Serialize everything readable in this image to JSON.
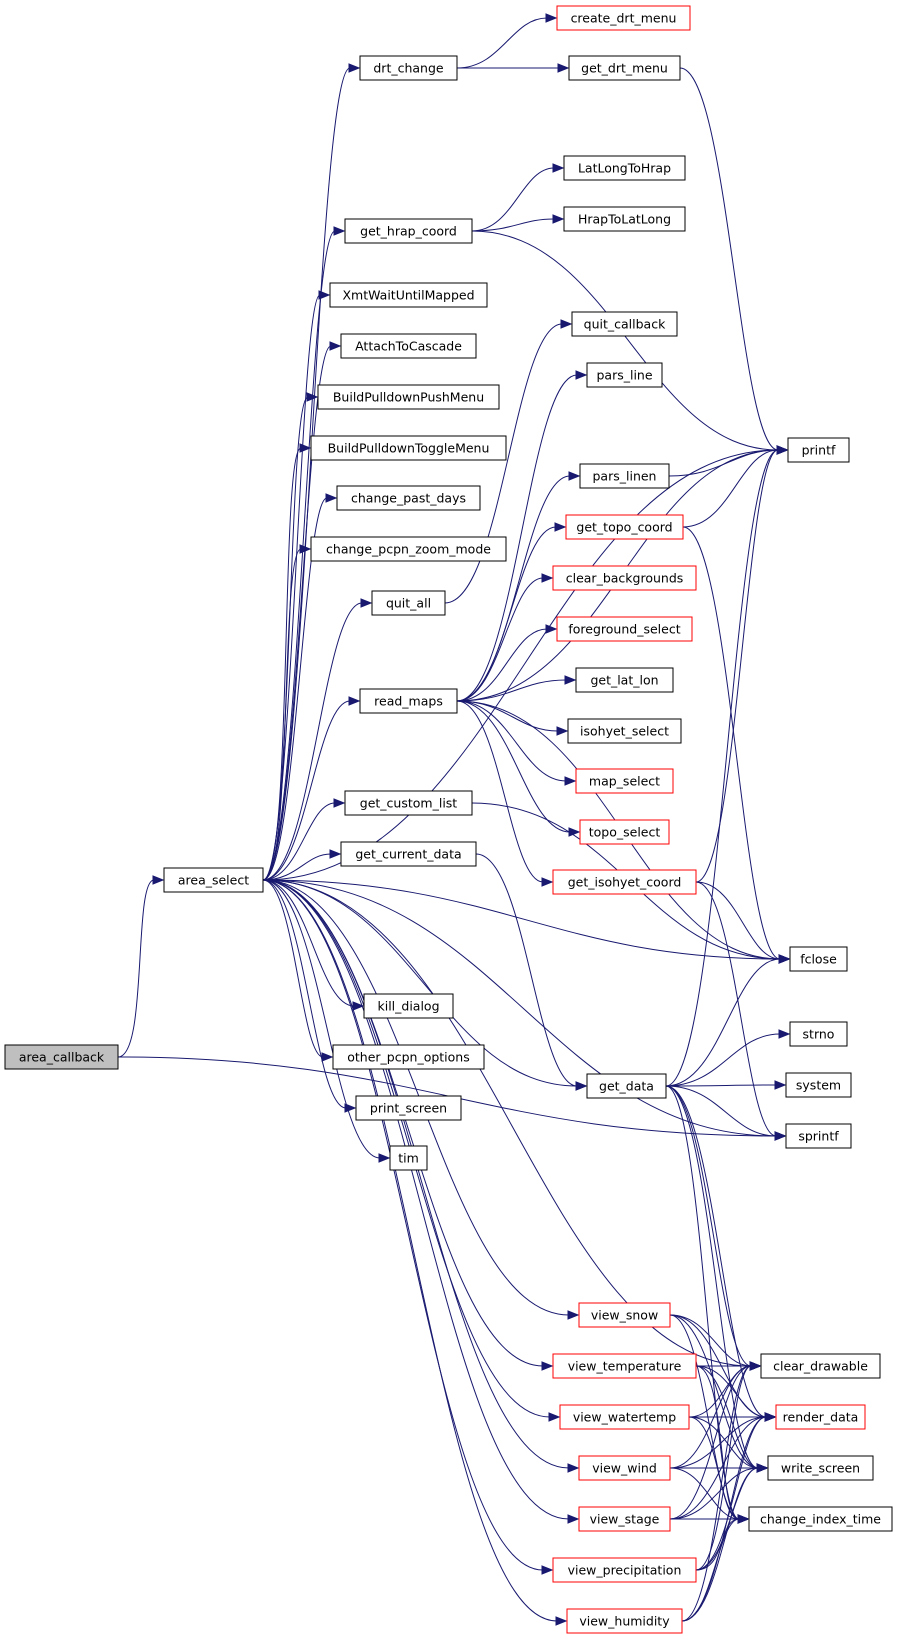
{
  "nodes": [
    {
      "id": "area_callback",
      "label": "area_callback",
      "style": "root"
    },
    {
      "id": "area_select",
      "label": "area_select",
      "style": "black"
    },
    {
      "id": "drt_change",
      "label": "drt_change",
      "style": "black"
    },
    {
      "id": "create_drt_menu",
      "label": "create_drt_menu",
      "style": "red"
    },
    {
      "id": "get_drt_menu",
      "label": "get_drt_menu",
      "style": "black"
    },
    {
      "id": "get_hrap_coord",
      "label": "get_hrap_coord",
      "style": "black"
    },
    {
      "id": "LatLongToHrap",
      "label": "LatLongToHrap",
      "style": "black"
    },
    {
      "id": "HrapToLatLong",
      "label": "HrapToLatLong",
      "style": "black"
    },
    {
      "id": "XmtWaitUntilMapped",
      "label": "XmtWaitUntilMapped",
      "style": "black"
    },
    {
      "id": "AttachToCascade",
      "label": "AttachToCascade",
      "style": "black"
    },
    {
      "id": "BuildPulldownPushMenu",
      "label": "BuildPulldownPushMenu",
      "style": "black"
    },
    {
      "id": "BuildPulldownToggleMenu",
      "label": "BuildPulldownToggleMenu",
      "style": "black"
    },
    {
      "id": "change_past_days",
      "label": "change_past_days",
      "style": "black"
    },
    {
      "id": "change_pcpn_zoom_mode",
      "label": "change_pcpn_zoom_mode",
      "style": "black"
    },
    {
      "id": "quit_all",
      "label": "quit_all",
      "style": "black"
    },
    {
      "id": "read_maps",
      "label": "read_maps",
      "style": "black"
    },
    {
      "id": "get_custom_list",
      "label": "get_custom_list",
      "style": "black"
    },
    {
      "id": "get_current_data",
      "label": "get_current_data",
      "style": "black"
    },
    {
      "id": "kill_dialog",
      "label": "kill_dialog",
      "style": "black"
    },
    {
      "id": "other_pcpn_options",
      "label": "other_pcpn_options",
      "style": "black"
    },
    {
      "id": "print_screen",
      "label": "print_screen",
      "style": "black"
    },
    {
      "id": "tim",
      "label": "tim",
      "style": "black"
    },
    {
      "id": "quit_callback",
      "label": "quit_callback",
      "style": "black"
    },
    {
      "id": "pars_line",
      "label": "pars_line",
      "style": "black"
    },
    {
      "id": "pars_linen",
      "label": "pars_linen",
      "style": "black"
    },
    {
      "id": "get_topo_coord",
      "label": "get_topo_coord",
      "style": "red"
    },
    {
      "id": "clear_backgrounds",
      "label": "clear_backgrounds",
      "style": "red"
    },
    {
      "id": "foreground_select",
      "label": "foreground_select",
      "style": "red"
    },
    {
      "id": "get_lat_lon",
      "label": "get_lat_lon",
      "style": "black"
    },
    {
      "id": "isohyet_select",
      "label": "isohyet_select",
      "style": "black"
    },
    {
      "id": "map_select",
      "label": "map_select",
      "style": "red"
    },
    {
      "id": "topo_select",
      "label": "topo_select",
      "style": "red"
    },
    {
      "id": "get_isohyet_coord",
      "label": "get_isohyet_coord",
      "style": "red"
    },
    {
      "id": "get_data",
      "label": "get_data",
      "style": "black"
    },
    {
      "id": "printf",
      "label": "printf",
      "style": "black"
    },
    {
      "id": "fclose",
      "label": "fclose",
      "style": "black"
    },
    {
      "id": "strno",
      "label": "strno",
      "style": "black"
    },
    {
      "id": "system",
      "label": "system",
      "style": "black"
    },
    {
      "id": "sprintf",
      "label": "sprintf",
      "style": "black"
    },
    {
      "id": "view_snow",
      "label": "view_snow",
      "style": "red"
    },
    {
      "id": "view_temperature",
      "label": "view_temperature",
      "style": "red"
    },
    {
      "id": "view_watertemp",
      "label": "view_watertemp",
      "style": "red"
    },
    {
      "id": "view_wind",
      "label": "view_wind",
      "style": "red"
    },
    {
      "id": "view_stage",
      "label": "view_stage",
      "style": "red"
    },
    {
      "id": "view_precipitation",
      "label": "view_precipitation",
      "style": "red"
    },
    {
      "id": "view_humidity",
      "label": "view_humidity",
      "style": "red"
    },
    {
      "id": "clear_drawable",
      "label": "clear_drawable",
      "style": "black"
    },
    {
      "id": "render_data",
      "label": "render_data",
      "style": "red"
    },
    {
      "id": "write_screen",
      "label": "write_screen",
      "style": "black"
    },
    {
      "id": "change_index_time",
      "label": "change_index_time",
      "style": "black"
    }
  ],
  "edges": [
    [
      "area_callback",
      "area_select"
    ],
    [
      "area_callback",
      "sprintf"
    ],
    [
      "area_select",
      "drt_change"
    ],
    [
      "area_select",
      "printf"
    ],
    [
      "area_select",
      "get_hrap_coord"
    ],
    [
      "area_select",
      "XmtWaitUntilMapped"
    ],
    [
      "area_select",
      "AttachToCascade"
    ],
    [
      "area_select",
      "BuildPulldownPushMenu"
    ],
    [
      "area_select",
      "BuildPulldownToggleMenu"
    ],
    [
      "area_select",
      "change_past_days"
    ],
    [
      "area_select",
      "change_pcpn_zoom_mode"
    ],
    [
      "area_select",
      "quit_all"
    ],
    [
      "area_select",
      "read_maps"
    ],
    [
      "area_select",
      "get_custom_list"
    ],
    [
      "area_select",
      "get_current_data"
    ],
    [
      "area_select",
      "kill_dialog"
    ],
    [
      "area_select",
      "other_pcpn_options"
    ],
    [
      "area_select",
      "print_screen"
    ],
    [
      "area_select",
      "tim"
    ],
    [
      "area_select",
      "fclose"
    ],
    [
      "area_select",
      "get_data"
    ],
    [
      "area_select",
      "sprintf"
    ],
    [
      "area_select",
      "clear_drawable"
    ],
    [
      "area_select",
      "view_snow"
    ],
    [
      "area_select",
      "view_temperature"
    ],
    [
      "area_select",
      "view_watertemp"
    ],
    [
      "area_select",
      "view_wind"
    ],
    [
      "area_select",
      "view_stage"
    ],
    [
      "area_select",
      "view_precipitation"
    ],
    [
      "area_select",
      "view_humidity"
    ],
    [
      "drt_change",
      "create_drt_menu"
    ],
    [
      "drt_change",
      "get_drt_menu"
    ],
    [
      "get_drt_menu",
      "printf"
    ],
    [
      "get_hrap_coord",
      "LatLongToHrap"
    ],
    [
      "get_hrap_coord",
      "HrapToLatLong"
    ],
    [
      "get_hrap_coord",
      "printf"
    ],
    [
      "quit_all",
      "quit_callback"
    ],
    [
      "read_maps",
      "pars_line"
    ],
    [
      "read_maps",
      "printf"
    ],
    [
      "read_maps",
      "pars_linen"
    ],
    [
      "read_maps",
      "get_topo_coord"
    ],
    [
      "read_maps",
      "clear_backgrounds"
    ],
    [
      "read_maps",
      "foreground_select"
    ],
    [
      "read_maps",
      "get_lat_lon"
    ],
    [
      "read_maps",
      "isohyet_select"
    ],
    [
      "read_maps",
      "map_select"
    ],
    [
      "read_maps",
      "topo_select"
    ],
    [
      "read_maps",
      "get_isohyet_coord"
    ],
    [
      "read_maps",
      "fclose"
    ],
    [
      "get_custom_list",
      "fclose"
    ],
    [
      "get_current_data",
      "get_data"
    ],
    [
      "pars_linen",
      "printf"
    ],
    [
      "get_topo_coord",
      "printf"
    ],
    [
      "get_topo_coord",
      "fclose"
    ],
    [
      "get_isohyet_coord",
      "printf"
    ],
    [
      "get_isohyet_coord",
      "fclose"
    ],
    [
      "get_isohyet_coord",
      "sprintf"
    ],
    [
      "get_data",
      "printf"
    ],
    [
      "get_data",
      "fclose"
    ],
    [
      "get_data",
      "strno"
    ],
    [
      "get_data",
      "system"
    ],
    [
      "get_data",
      "sprintf"
    ],
    [
      "get_data",
      "clear_drawable"
    ],
    [
      "get_data",
      "render_data"
    ],
    [
      "get_data",
      "write_screen"
    ],
    [
      "get_data",
      "change_index_time"
    ],
    [
      "view_snow",
      "clear_drawable"
    ],
    [
      "view_snow",
      "render_data"
    ],
    [
      "view_snow",
      "write_screen"
    ],
    [
      "view_snow",
      "change_index_time"
    ],
    [
      "view_temperature",
      "clear_drawable"
    ],
    [
      "view_temperature",
      "render_data"
    ],
    [
      "view_temperature",
      "write_screen"
    ],
    [
      "view_temperature",
      "change_index_time"
    ],
    [
      "view_watertemp",
      "clear_drawable"
    ],
    [
      "view_watertemp",
      "render_data"
    ],
    [
      "view_watertemp",
      "write_screen"
    ],
    [
      "view_watertemp",
      "change_index_time"
    ],
    [
      "view_wind",
      "clear_drawable"
    ],
    [
      "view_wind",
      "render_data"
    ],
    [
      "view_wind",
      "write_screen"
    ],
    [
      "view_wind",
      "change_index_time"
    ],
    [
      "view_stage",
      "clear_drawable"
    ],
    [
      "view_stage",
      "render_data"
    ],
    [
      "view_stage",
      "write_screen"
    ],
    [
      "view_stage",
      "change_index_time"
    ],
    [
      "view_precipitation",
      "clear_drawable"
    ],
    [
      "view_precipitation",
      "render_data"
    ],
    [
      "view_precipitation",
      "write_screen"
    ],
    [
      "view_precipitation",
      "change_index_time"
    ],
    [
      "view_humidity",
      "clear_drawable"
    ],
    [
      "view_humidity",
      "render_data"
    ],
    [
      "view_humidity",
      "write_screen"
    ],
    [
      "view_humidity",
      "change_index_time"
    ]
  ],
  "colors": {
    "edge": "#191970",
    "highlight_border": "#ff0000",
    "root_fill": "#bfbfbf"
  }
}
